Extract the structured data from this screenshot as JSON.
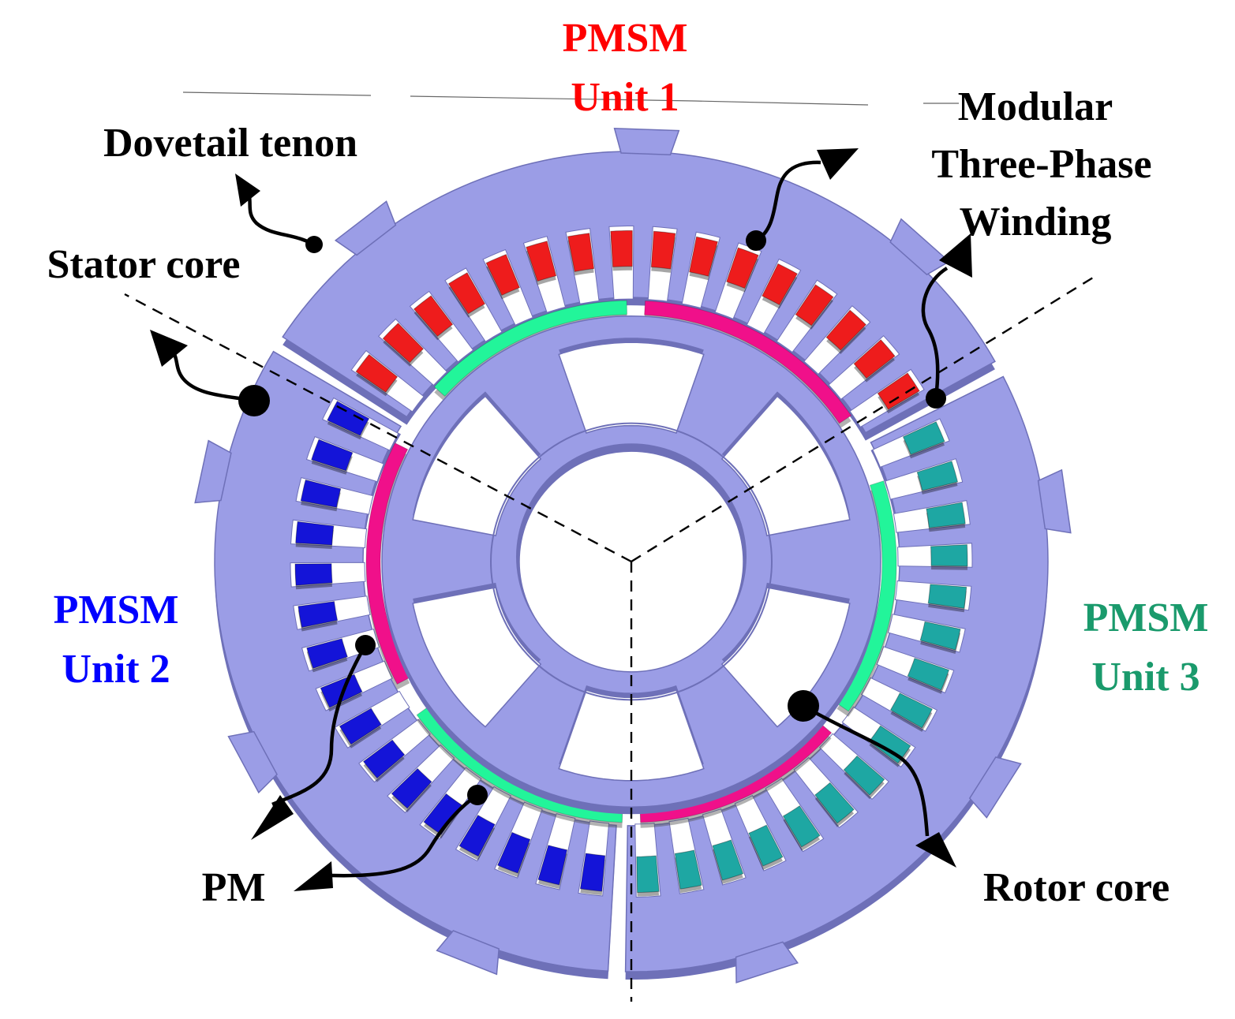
{
  "labels": {
    "unit1_line1": "PMSM",
    "unit1_line2": "Unit 1",
    "unit2_line1": "PMSM",
    "unit2_line2": "Unit 2",
    "unit3_line1": "PMSM",
    "unit3_line2": "Unit 3",
    "dovetail_tenon": "Dovetail tenon",
    "stator_core": "Stator core",
    "winding_line1": "Modular",
    "winding_line2": "Three-Phase",
    "winding_line3": "Winding",
    "pm": "PM",
    "rotor_core": "Rotor core"
  },
  "colors": {
    "core": "#9b9de6",
    "core_edge": "#6e70b8",
    "unit1_coil": "#ee1c1c",
    "unit2_coil": "#1414d8",
    "unit3_coil": "#1ea7a3",
    "unit1_text": "#ff0000",
    "unit2_text": "#0000ff",
    "unit3_text": "#1a9a6c",
    "magnet_green": "#22f59a",
    "magnet_magenta": "#f0108a"
  },
  "slots_per_unit": 16,
  "tenons_per_unit": 3
}
